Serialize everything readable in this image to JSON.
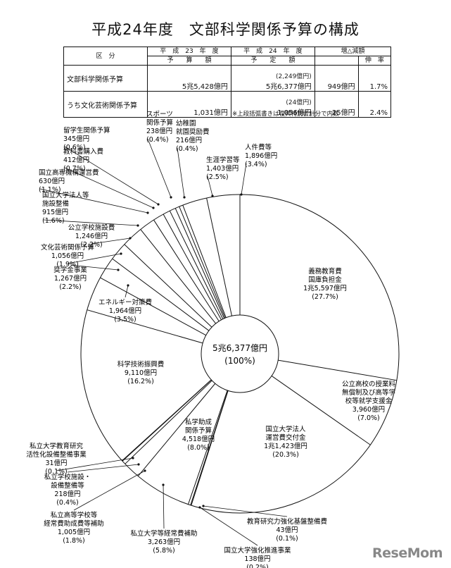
{
  "title": "平成24年度　文部科学関係予算の構成",
  "table": {
    "headers": {
      "category": "区　分",
      "prev_top": "平　成　23　年　度",
      "prev_bottom": "予　　算　　額",
      "cur_top": "平　成　24　年　度",
      "cur_bottom": "予　　定　　額",
      "change": "増△減額",
      "rate": "伸　率"
    },
    "rows": [
      {
        "name": "文部科学関係予算",
        "prev": "5兆5,428億円",
        "cur_sub": "(2,249億円)",
        "cur": "5兆6,377億円",
        "change": "949億円",
        "rate": "1.7%"
      },
      {
        "name": "うち文化芸術関係予算",
        "prev": "1,031億円",
        "cur_sub": "(24億円)",
        "cur": "1,056億円",
        "change": "25億円",
        "rate": "2.4%"
      }
    ]
  },
  "note": "※上段括弧書きは復興特別会計分で内数",
  "chart_data": {
    "type": "pie",
    "donut_center": {
      "line1": "5兆6,377億円",
      "line2": "(100%)"
    },
    "slices": [
      {
        "label": [
          "義務教育費",
          "国庫負担金"
        ],
        "amount": "1兆5,597億円",
        "value": 15597,
        "percent": "(27.7%)"
      },
      {
        "label": [
          "公立高校の授業料",
          "無償制及び高等学",
          "校等就学支援金"
        ],
        "amount": "3,960億円",
        "value": 3960,
        "percent": "(7.0%)"
      },
      {
        "label": [
          "国立大学法人",
          "運営費交付金"
        ],
        "amount": "1兆1,423億円",
        "value": 11423,
        "percent": "(20.3%)"
      },
      {
        "label": [
          "教育研究力強化基盤整備費"
        ],
        "amount": "43億円",
        "value": 43,
        "percent": "(0.1%)"
      },
      {
        "label": [
          "国立大学強化推進事業"
        ],
        "amount": "138億円",
        "value": 138,
        "percent": "(0.2%)"
      },
      {
        "label": [
          "私立大学等経常費補助"
        ],
        "amount": "3,263億円",
        "value": 3263,
        "percent": "(5.8%)"
      },
      {
        "label": [
          "私立高等学校等",
          "経常費助成費等補助"
        ],
        "amount": "1,005億円",
        "value": 1005,
        "percent": "(1.8%)"
      },
      {
        "label": [
          "私立学校施設・",
          "設備整備等"
        ],
        "amount": "218億円",
        "value": 218,
        "percent": "(0.4%)"
      },
      {
        "label": [
          "私立大学教育研究",
          "活性化設備整備事業"
        ],
        "amount": "31億円",
        "value": 31,
        "percent": "(0.1%)"
      },
      {
        "label": [
          "科学技術振興費"
        ],
        "amount": "9,110億円",
        "value": 9110,
        "percent": "(16.2%)"
      },
      {
        "label": [
          "エネルギー対策費"
        ],
        "amount": "1,964億円",
        "value": 1964,
        "percent": "(3.5%)"
      },
      {
        "label": [
          "奨学金事業"
        ],
        "amount": "1,267億円",
        "value": 1267,
        "percent": "(2.2%)"
      },
      {
        "label": [
          "文化芸術関係予算"
        ],
        "amount": "1,056億円",
        "value": 1056,
        "percent": "(1.9%)"
      },
      {
        "label": [
          "公立学校施設費"
        ],
        "amount": "1,246億円",
        "value": 1246,
        "percent": "(2.2%)"
      },
      {
        "label": [
          "国立大学法人等",
          "施設整備"
        ],
        "amount": "915億円",
        "value": 915,
        "percent": "(1.6%)"
      },
      {
        "label": [
          "国立高専機構運営費"
        ],
        "amount": "630億円",
        "value": 630,
        "percent": "(1.1%)"
      },
      {
        "label": [
          "教科書購入費"
        ],
        "amount": "412億円",
        "value": 412,
        "percent": "(0.7%)"
      },
      {
        "label": [
          "留学生関係予算"
        ],
        "amount": "345億円",
        "value": 345,
        "percent": "(0.6%)"
      },
      {
        "label": [
          "スポーツ",
          "関係予算"
        ],
        "amount": "238億円",
        "value": 238,
        "percent": "(0.4%)"
      },
      {
        "label": [
          "幼稚園",
          "就園奨励費"
        ],
        "amount": "216億円",
        "value": 216,
        "percent": "(0.4%)"
      },
      {
        "label": [
          "生涯学習等"
        ],
        "amount": "1,403億円",
        "value": 1403,
        "percent": "(2.5%)"
      },
      {
        "label": [
          "人件費等"
        ],
        "amount": "1,896億円",
        "value": 1896,
        "percent": "(3.4%)"
      }
    ],
    "group_label": {
      "label": [
        "私学助成",
        "関係予算"
      ],
      "amount": "4,518億円",
      "percent": "(8.0%)"
    }
  },
  "logo": "ReseMom"
}
